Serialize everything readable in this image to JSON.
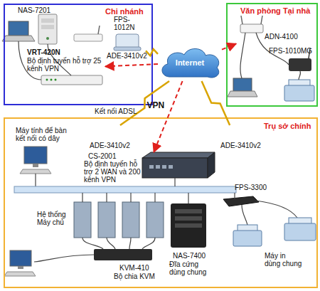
{
  "diagram": {
    "nodes": [
      {
        "text": [
          "Chi nhánh"
        ]
      },
      {
        "text": [
          "VRT-420N",
          "Bộ định tuyến hỗ trợ 25 kênh VPN"
        ],
        "in": 0
      },
      {
        "text": [
          "ADE-3410v2"
        ],
        "in": 0
      },
      {
        "text": [
          "Internet"
        ]
      },
      {
        "text": [
          "Văn phòng Tại nhà"
        ]
      },
      {
        "text": [
          "ADN-4100"
        ],
        "in": 4
      },
      {
        "text": [
          "Trụ sở chính"
        ]
      },
      {
        "text": [
          "ADE-3410v2"
        ],
        "in": 6
      },
      {
        "text": [
          "CS-2001",
          "Bộ định tuyến hỗ trợ 2 WAN và 200 kênh VPN"
        ],
        "in": 6
      },
      {
        "text": [
          "ADE-3410v2"
        ],
        "in": 6
      }
    ],
    "edges": [
      {
        "from": 3,
        "to": 1,
        "arrow": "to"
      },
      {
        "from": 3,
        "to": 5,
        "arrow": "to"
      },
      {
        "from": 3,
        "to": 8,
        "arrow": "to",
        "label": "VPN"
      },
      {
        "from": 2,
        "to": 3,
        "arrow": "none"
      },
      {
        "from": 7,
        "to": 3,
        "arrow": "none"
      },
      {
        "from": 9,
        "to": 3,
        "arrow": "none"
      }
    ],
    "labels": [
      "NAS-7201",
      "FPS-1012N",
      "FPS-1010MG",
      "Kết nối ADSL",
      "Máy tính để bàn kết nối có dây",
      "Hệ thống Máy chủ",
      "FPS-3300",
      "NAS-7400",
      "Đĩa cứng dùng chung",
      "KVM-410",
      "Bộ chia KVM",
      "Máy in dùng chung"
    ]
  }
}
